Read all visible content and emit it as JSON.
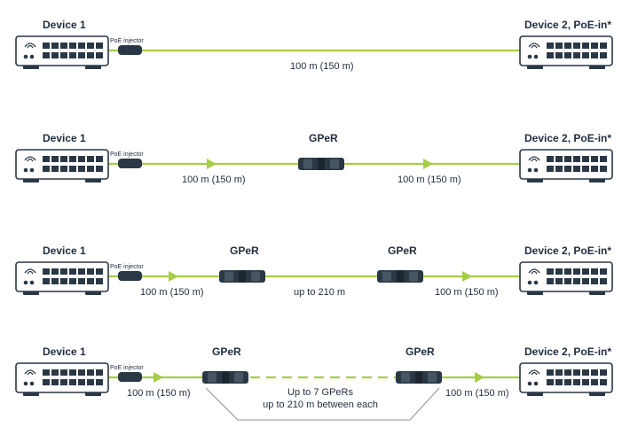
{
  "icons": {
    "switch": "network-switch-icon",
    "injector": "poe-injector-icon",
    "gper": "gper-repeater-icon",
    "arrow": "direction-arrow-icon"
  },
  "colors": {
    "cable": "#a6cc45",
    "device": "#2a3745",
    "text": "#1f2d3d",
    "brace": "#8a9299"
  },
  "rows": [
    {
      "device1": "Device 1",
      "device2": "Device 2, PoE-in*",
      "injector": "PoE injector",
      "gpers": [],
      "distances": [
        "100 m (150 m)"
      ]
    },
    {
      "device1": "Device 1",
      "device2": "Device 2, PoE-in*",
      "injector": "PoE injector",
      "gpers": [
        "GPeR"
      ],
      "distances": [
        "100 m (150 m)",
        "100 m (150 m)"
      ]
    },
    {
      "device1": "Device 1",
      "device2": "Device 2, PoE-in*",
      "injector": "PoE injector",
      "gpers": [
        "GPeR",
        "GPeR"
      ],
      "distances": [
        "100 m (150 m)",
        "up to 210 m",
        "100 m (150 m)"
      ]
    },
    {
      "device1": "Device 1",
      "device2": "Device 2, PoE-in*",
      "injector": "PoE injector",
      "gpers": [
        "GPeR",
        "GPeR"
      ],
      "distances": [
        "100 m (150 m)",
        "100 m (150 m)"
      ],
      "note_line1": "Up to 7 GPeRs",
      "note_line2": "up to 210 m between each"
    }
  ]
}
